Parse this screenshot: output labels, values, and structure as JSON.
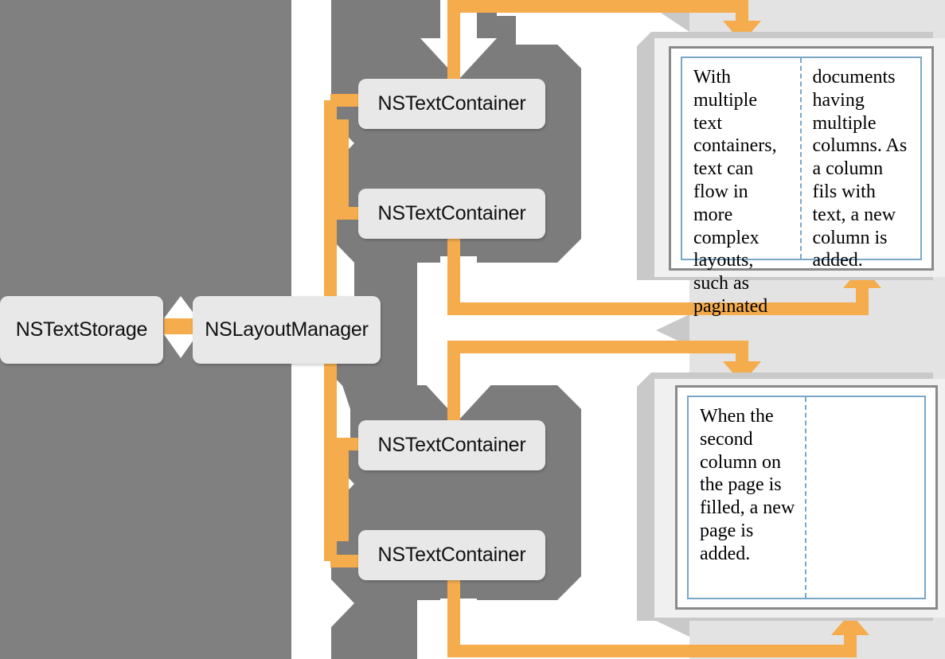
{
  "diagram": {
    "title": "NSTextStorage / NSLayoutManager / NSTextContainer text flow",
    "background_color": "#808080",
    "accent_color": "#F5AC4C",
    "panel_color": "#F0F0F0",
    "shadow_color": "#C9C9C9",
    "node_fill": "#E8E8E8",
    "page_border_color": "#8A8A8A",
    "column_rule_color": "#7BA7C7"
  },
  "nodes": {
    "text_storage": {
      "label": "NSTextStorage"
    },
    "layout_manager": {
      "label": "NSLayoutManager"
    },
    "containers": [
      {
        "label": "NSTextContainer"
      },
      {
        "label": "NSTextContainer"
      },
      {
        "label": "NSTextContainer"
      },
      {
        "label": "NSTextContainer"
      }
    ]
  },
  "documents": [
    {
      "name": "first-page",
      "columns": [
        {
          "text": "With multiple text containers, text can flow in more complex layouts, such as paginated"
        },
        {
          "text": "documents having multiple columns. As a column fils with text, a new column is added."
        }
      ]
    },
    {
      "name": "second-page",
      "columns": [
        {
          "text": "When the second column on the page is filled, a new page is added."
        },
        {
          "text": ""
        }
      ]
    }
  ]
}
